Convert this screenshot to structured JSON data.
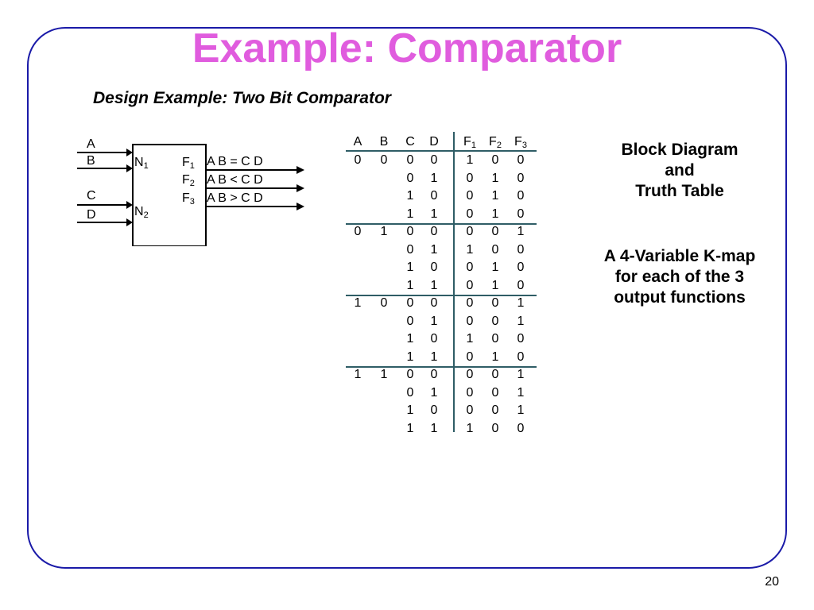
{
  "slide": {
    "title": "Example: Comparator",
    "subtitle": "Design Example: Two Bit Comparator",
    "page_number": "20",
    "notes": {
      "block_lines": [
        "Block Diagram",
        "and",
        "Truth Table"
      ],
      "kmap_lines": [
        "A 4-Variable K-map",
        "for each of the 3",
        "output functions"
      ]
    },
    "colors": {
      "title": "#e05cde",
      "frame": "#1a1aa8",
      "table_lines": "#2f5d66"
    }
  },
  "block_diagram": {
    "inputs": [
      "A",
      "B",
      "C",
      "D"
    ],
    "blocks": [
      {
        "main": "N",
        "sub": "1"
      },
      {
        "main": "N",
        "sub": "2"
      }
    ],
    "outputs": [
      {
        "main": "F",
        "sub": "1",
        "relation": "A B = C D"
      },
      {
        "main": "F",
        "sub": "2",
        "relation": "A B < C D"
      },
      {
        "main": "F",
        "sub": "3",
        "relation": "A B > C D"
      }
    ]
  },
  "truth_table": {
    "headers": [
      {
        "main": "A",
        "sub": ""
      },
      {
        "main": "B",
        "sub": ""
      },
      {
        "main": "C",
        "sub": ""
      },
      {
        "main": "D",
        "sub": ""
      },
      {
        "main": "F",
        "sub": "1"
      },
      {
        "main": "F",
        "sub": "2"
      },
      {
        "main": "F",
        "sub": "3"
      }
    ],
    "rows": [
      [
        "0",
        "0",
        "0",
        "0",
        "1",
        "0",
        "0"
      ],
      [
        "",
        "",
        "0",
        "1",
        "0",
        "1",
        "0"
      ],
      [
        "",
        "",
        "1",
        "0",
        "0",
        "1",
        "0"
      ],
      [
        "",
        "",
        "1",
        "1",
        "0",
        "1",
        "0"
      ],
      [
        "0",
        "1",
        "0",
        "0",
        "0",
        "0",
        "1"
      ],
      [
        "",
        "",
        "0",
        "1",
        "1",
        "0",
        "0"
      ],
      [
        "",
        "",
        "1",
        "0",
        "0",
        "1",
        "0"
      ],
      [
        "",
        "",
        "1",
        "1",
        "0",
        "1",
        "0"
      ],
      [
        "1",
        "0",
        "0",
        "0",
        "0",
        "0",
        "1"
      ],
      [
        "",
        "",
        "0",
        "1",
        "0",
        "0",
        "1"
      ],
      [
        "",
        "",
        "1",
        "0",
        "1",
        "0",
        "0"
      ],
      [
        "",
        "",
        "1",
        "1",
        "0",
        "1",
        "0"
      ],
      [
        "1",
        "1",
        "0",
        "0",
        "0",
        "0",
        "1"
      ],
      [
        "",
        "",
        "0",
        "1",
        "0",
        "0",
        "1"
      ],
      [
        "",
        "",
        "1",
        "0",
        "0",
        "0",
        "1"
      ],
      [
        "",
        "",
        "1",
        "1",
        "1",
        "0",
        "0"
      ]
    ]
  }
}
